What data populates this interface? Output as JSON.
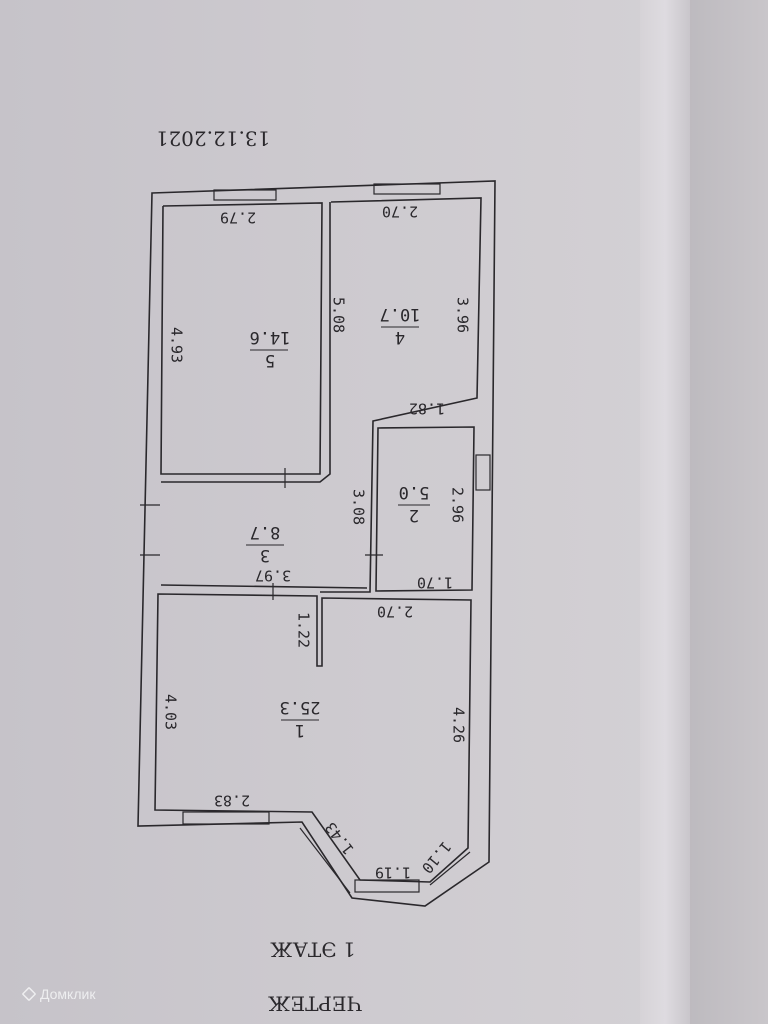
{
  "document": {
    "date": "13.12.2021",
    "floor_label": "1 ЭТАЖ",
    "title": "ЧЕРТЕЖ",
    "watermark": "Домклик"
  },
  "rooms": [
    {
      "number": "1",
      "area": "25.3"
    },
    {
      "number": "2",
      "area": "5.0"
    },
    {
      "number": "3",
      "area": "8.7"
    },
    {
      "number": "4",
      "area": "10.7"
    },
    {
      "number": "5",
      "area": "14.6"
    }
  ],
  "dimensions": {
    "room5_top": "2.79",
    "room5_side": "4.93",
    "room4_top": "2.70",
    "room4_left": "5.08",
    "room4_right": "3.96",
    "room4_bottom": "1.82",
    "hall_right": "3.08",
    "room2_side": "2.96",
    "hall_bottom": "3.97",
    "room2_bottom": "1.70",
    "room1_top": "2.70",
    "partition": "1.22",
    "room1_left": "4.03",
    "room1_right": "4.26",
    "room1_bottom": "2.83",
    "bay_left": "1.43",
    "bay_middle": "1.19",
    "bay_right": "1.10"
  }
}
